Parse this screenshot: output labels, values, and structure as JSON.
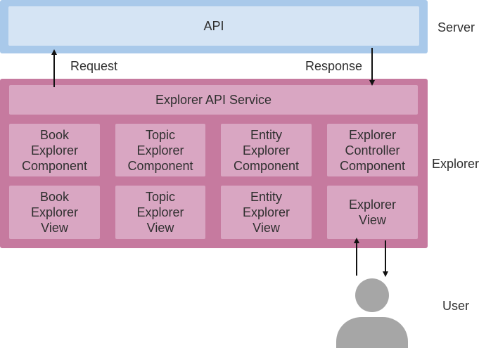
{
  "server": {
    "api_label": "API",
    "side_label": "Server"
  },
  "flow": {
    "request_label": "Request",
    "response_label": "Response"
  },
  "explorer": {
    "service_label": "Explorer API Service",
    "side_label": "Explorer",
    "components": [
      "Book\nExplorer\nComponent",
      "Topic\nExplorer\nComponent",
      "Entity\nExplorer\nComponent",
      "Explorer\nController\nComponent"
    ],
    "views": [
      "Book\nExplorer\nView",
      "Topic\nExplorer\nView",
      "Entity\nExplorer\nView",
      "Explorer\nView"
    ]
  },
  "user": {
    "side_label": "User"
  },
  "colors": {
    "server_layer": "#a9c9ea",
    "api_box": "#d5e4f4",
    "explorer_layer": "#c67a9f",
    "explorer_box": "#d9a6c2",
    "user_icon": "#a6a6a6"
  }
}
